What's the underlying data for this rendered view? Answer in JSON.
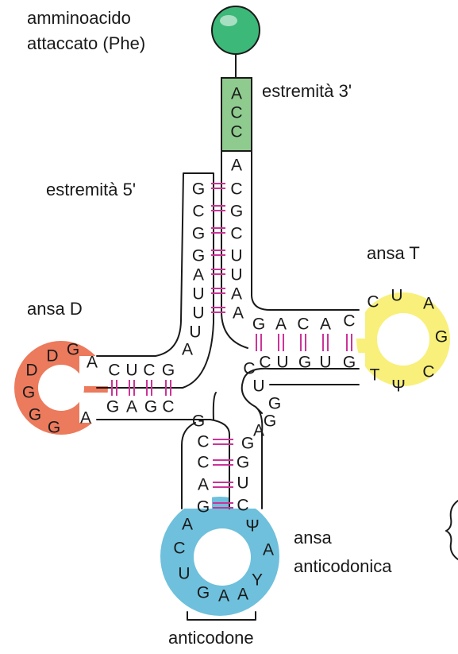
{
  "labels": {
    "amino_acid_line1": "amminoacido",
    "amino_acid_line2": "attaccato (Phe)",
    "end3": "estremità 3'",
    "end5": "estremità 5'",
    "t_loop": "ansa T",
    "d_loop": "ansa D",
    "anticodon_loop_line1": "ansa",
    "anticodon_loop_line2": "anticodonica",
    "anticodon": "anticodone"
  },
  "colors": {
    "amino_acid": "#3cb878",
    "acceptor_cca": "#8fcb8f",
    "d_loop": "#ec7a5c",
    "t_loop": "#f8f07a",
    "anticodon_loop": "#6ec0dc",
    "h_bond": "#cc3399"
  },
  "sequences": {
    "acceptor_3prime": [
      "A",
      "C",
      "C",
      "A",
      "C",
      "G",
      "C",
      "U",
      "U",
      "A",
      "A"
    ],
    "acceptor_5prime": [
      "G",
      "C",
      "G",
      "G",
      "A",
      "U",
      "U",
      "U",
      "A"
    ],
    "d_stem_upper": [
      "C",
      "U",
      "C",
      "G"
    ],
    "d_loop": [
      "A",
      "G",
      "D",
      "D",
      "G",
      "G",
      "G",
      "A"
    ],
    "d_stem_lower": [
      "G",
      "A",
      "G",
      "C"
    ],
    "anticodon_stem_left": [
      "G",
      "C",
      "C",
      "A",
      "G"
    ],
    "anticodon_loop": [
      "A",
      "C",
      "U",
      "G",
      "A",
      "A",
      "Y",
      "A",
      "Ψ"
    ],
    "anticodon_stem_right": [
      "C",
      "U",
      "G",
      "G",
      "A"
    ],
    "variable_loop": [
      "G",
      "G",
      "U",
      "C"
    ],
    "t_stem_upper": [
      "G",
      "A",
      "C",
      "A",
      "C"
    ],
    "t_loop": [
      "C",
      "U",
      "A",
      "G",
      "C",
      "Ψ",
      "T"
    ],
    "t_stem_lower": [
      "G",
      "U",
      "G",
      "U",
      "C"
    ]
  }
}
